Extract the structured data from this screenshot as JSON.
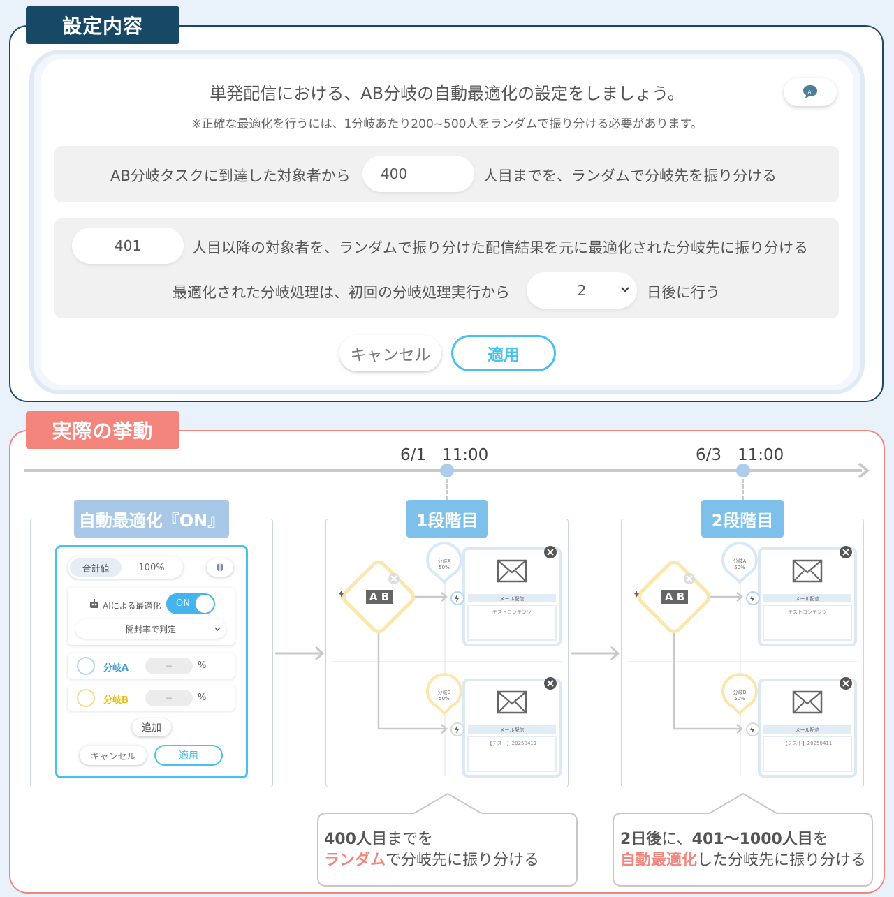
{
  "settings": {
    "tag": "設定内容",
    "heading": "単発配信における、AB分岐の自動最適化の設定をしましょう。",
    "note": "※正確な最適化を行うには、1分岐あたり200~500人をランダムで振り分ける必要があります。",
    "row1_prefix": "AB分岐タスクに到達した対象者から",
    "row1_value": "400",
    "row1_suffix": "人目までを、ランダムで分岐先を振り分ける",
    "row2_value": "401",
    "row2_text": "人目以降の対象者を、ランダムで振り分けた配信結果を元に最適化された分岐先に振り分ける",
    "row3_prefix": "最適化された分岐処理は、初回の分岐処理実行から",
    "row3_select": "2",
    "row3_suffix": "日後に行う",
    "cancel": "キャンセル",
    "apply": "適用"
  },
  "behavior": {
    "tag": "実際の挙動",
    "time1": "6/1　11:00",
    "time2": "6/3　11:00",
    "auto_card": {
      "title": "自動最適化『ON』",
      "total_label": "合計値",
      "total_value": "100%",
      "ai_label": "AIによる最適化",
      "toggle": "ON",
      "judge": "開封率で判定",
      "branch_a": "分岐A",
      "branch_b": "分岐B",
      "dash": "－",
      "pct": "%",
      "add": "追加",
      "cancel": "キャンセル",
      "apply": "適用"
    },
    "stage1": "1段階目",
    "stage2": "2段階目",
    "flow": {
      "ab": "A B",
      "branch_a": "分岐A",
      "branch_b": "分岐B",
      "pct": "50%",
      "mail": "メール配信",
      "content_a": "テストコンテンツ",
      "content_b": "【テスト】20250411"
    },
    "bubble1": {
      "strong1": "400人目",
      "text1": "までを",
      "pink": "ランダム",
      "text2": "で分岐先に振り分ける"
    },
    "bubble2": {
      "strong1": "2日後",
      "text1": "に、",
      "strong2": "401～1000人目",
      "text2": "を",
      "pink": "自動最適化",
      "text3": "した分岐先に振り分ける"
    }
  }
}
